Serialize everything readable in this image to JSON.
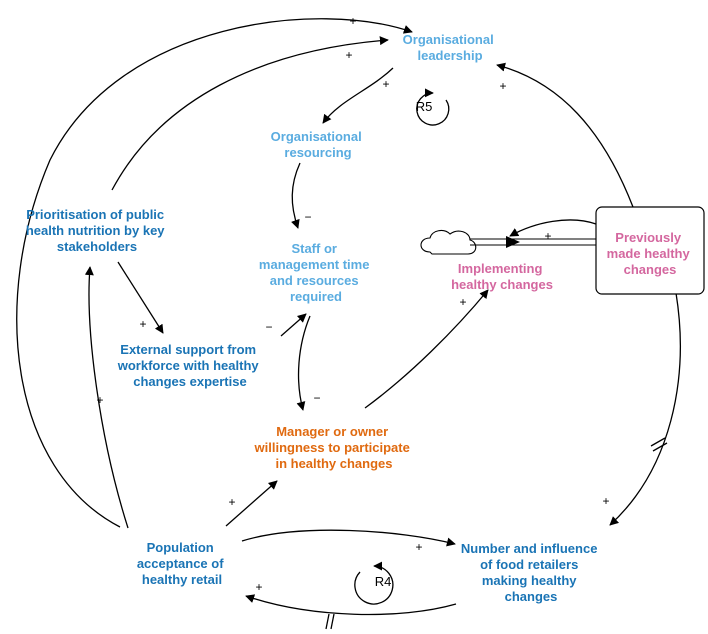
{
  "colors": {
    "light_blue": "#5aace0",
    "dark_blue": "#1a74b5",
    "orange": "#e06a10",
    "pink": "#d4679f",
    "edge": "#000000"
  },
  "nodes": {
    "organisational_leadership": [
      "Organisational",
      "leadership"
    ],
    "organisational_resourcing": [
      "Organisational",
      "resourcing"
    ],
    "staff_time": [
      "Staff or",
      "management time",
      "and resources",
      "required"
    ],
    "prioritisation": [
      "Prioritisation of public",
      "health nutrition by key",
      "stakeholders"
    ],
    "external_support": [
      "External support from",
      "workforce with healthy",
      "changes expertise"
    ],
    "manager_willingness": [
      "Manager or owner",
      "willingness to participate",
      "in healthy changes"
    ],
    "implementing": [
      "Implementing",
      "healthy changes"
    ],
    "previously_made": [
      "Previously",
      "made healthy",
      "changes"
    ],
    "population_acceptance": [
      "Population",
      "acceptance of",
      "healthy retail"
    ],
    "number_influence": [
      "Number and influence",
      "of food retailers",
      "making healthy",
      "changes"
    ]
  },
  "loops": {
    "r5": "R5",
    "r4": "R4"
  },
  "polarities": {
    "plus": "+",
    "minus": "−"
  }
}
